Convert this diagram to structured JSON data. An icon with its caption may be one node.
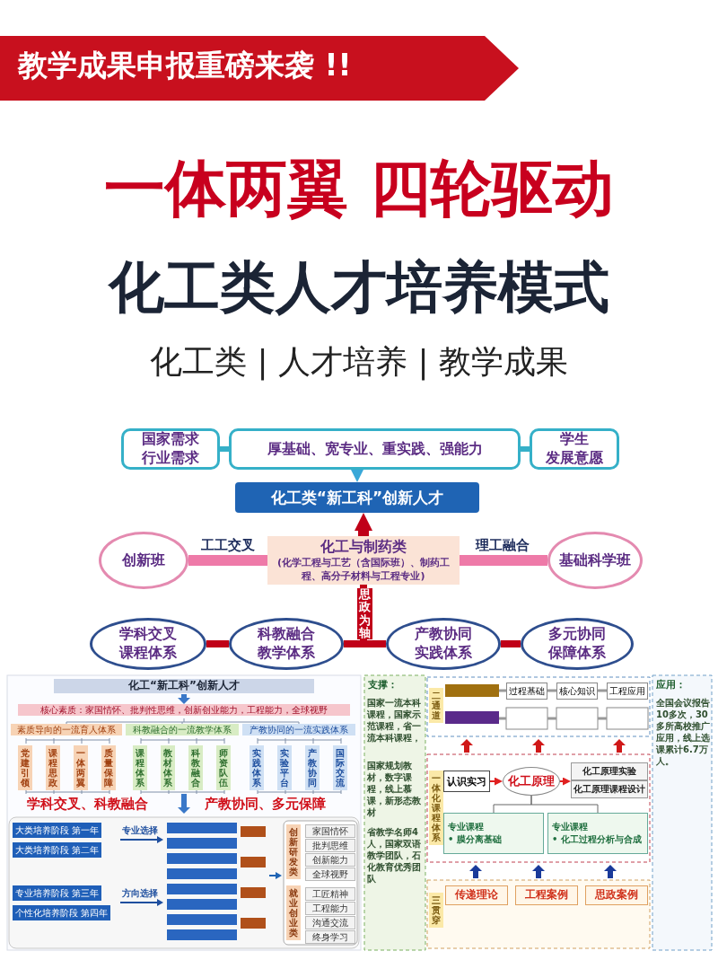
{
  "diagram": {
    "title": "一体两翼 四轮驱动",
    "nodes": [
      {
        "text": [
          "国家需求",
          "行业需求"
        ]
      },
      {
        "text": [
          "厚基础、宽专业、重实践、强能力"
        ]
      },
      {
        "text": [
          "学生",
          "发展意愿"
        ]
      },
      {
        "text": [
          "化工类“新工科”创新人才"
        ]
      },
      {
        "text": [
          "创新班"
        ]
      },
      {
        "text": [
          "化工与制药类",
          "(化学工程与工艺（含国际班）、制药工程、高分子材料与工程专业)"
        ]
      },
      {
        "text": [
          "基础科学班"
        ]
      },
      {
        "text": [
          "学科交叉课程体系"
        ]
      },
      {
        "text": [
          "科教融合教学体系"
        ]
      },
      {
        "text": [
          "产教协同实践体系"
        ]
      },
      {
        "text": [
          "多元协同保障体系"
        ]
      },
      {
        "text": [
          "认识实习"
        ]
      },
      {
        "text": [
          "化工原理"
        ]
      },
      {
        "text": [
          "化工原理实验",
          "化工原理课程设计"
        ]
      },
      {
        "text": [
          "专业课程",
          "• 膜分离基础"
        ]
      },
      {
        "text": [
          "专业课程",
          "• 化工过程分析与合成"
        ]
      }
    ],
    "edges": [
      {
        "from": 0,
        "to": 1,
        "arrow": "none",
        "color": "#35b0c8"
      },
      {
        "from": 1,
        "to": 2,
        "arrow": "none",
        "color": "#35b0c8"
      },
      {
        "from": 1,
        "to": 3,
        "arrow": "to",
        "color": "#3aa8d8"
      },
      {
        "from": 5,
        "to": 3,
        "arrow": "to",
        "color": "#c00018"
      },
      {
        "from": 4,
        "to": 5,
        "arrow": "none",
        "label": "工工交叉",
        "color": "#ee7aa8"
      },
      {
        "from": 5,
        "to": 6,
        "arrow": "none",
        "label": "理工融合",
        "color": "#ee7aa8"
      },
      {
        "from": 7,
        "to": 8,
        "arrow": "none",
        "color": "#c00018"
      },
      {
        "from": 5,
        "to": 8,
        "arrow": "none",
        "label": "思政为轴",
        "color": "#c00018"
      },
      {
        "from": 5,
        "to": 9,
        "arrow": "none",
        "color": "#c00018"
      },
      {
        "from": 9,
        "to": 10,
        "arrow": "none",
        "color": "#c00018"
      },
      {
        "from": 11,
        "to": 12,
        "arrow": "to",
        "color": "#e02020"
      },
      {
        "from": 12,
        "to": 13,
        "arrow": "to",
        "color": "#e02020"
      },
      {
        "from": 12,
        "to": 14,
        "arrow": "none",
        "color": "#666666"
      },
      {
        "from": 12,
        "to": 15,
        "arrow": "none",
        "color": "#666666"
      }
    ],
    "labels": [
      "教学成果申报重磅来袭 !!",
      "化工类人才培养模式",
      "化工类 | 人才培养 | 教学成果",
      "化工“新工科”创新人才",
      "核心素质：家国情怀、批判性思维，创新创业能力，工程能力，全球视野",
      "素质导向的一流育人体系",
      "科教融合的一流教学体系",
      "产教协同的一流实践体系",
      "党建引领",
      "课程思政",
      "一体两翼",
      "质量保障",
      "课程体系",
      "教材体系",
      "科教融合",
      "师资队伍",
      "实践体系",
      "实验平台",
      "产教协同",
      "国际交流",
      "学科交叉、科教融合",
      "产教协同、多元保障",
      "大类培养阶段 第一年",
      "大类培养阶段 第二年",
      "专业培养阶段 第三年",
      "个性化培养阶段 第四年",
      "专业选择",
      "方向选择",
      "创新研发类",
      "就业创业类",
      "家国情怀",
      "批判思维",
      "创新能力",
      "全球视野",
      "工匠精神",
      "工程能力",
      "沟通交流",
      "终身学习",
      "支撑：",
      "国家一流本科课程，国家示范课程，省一流本科课程，",
      "国家规划教材，数字课程，线上慕课，新形态教材",
      "省教学名师4人，国家双语教学团队，石化教育优秀团队",
      "二通道",
      "过程基础",
      "核心知识",
      "工程应用",
      "一体化课程体系",
      "三贯穿",
      "传递理论",
      "工程案例",
      "思政案例",
      "应用：",
      "全国会议报告10多次，30多所高校推广应用，线上选课累计6.7万人。"
    ]
  }
}
